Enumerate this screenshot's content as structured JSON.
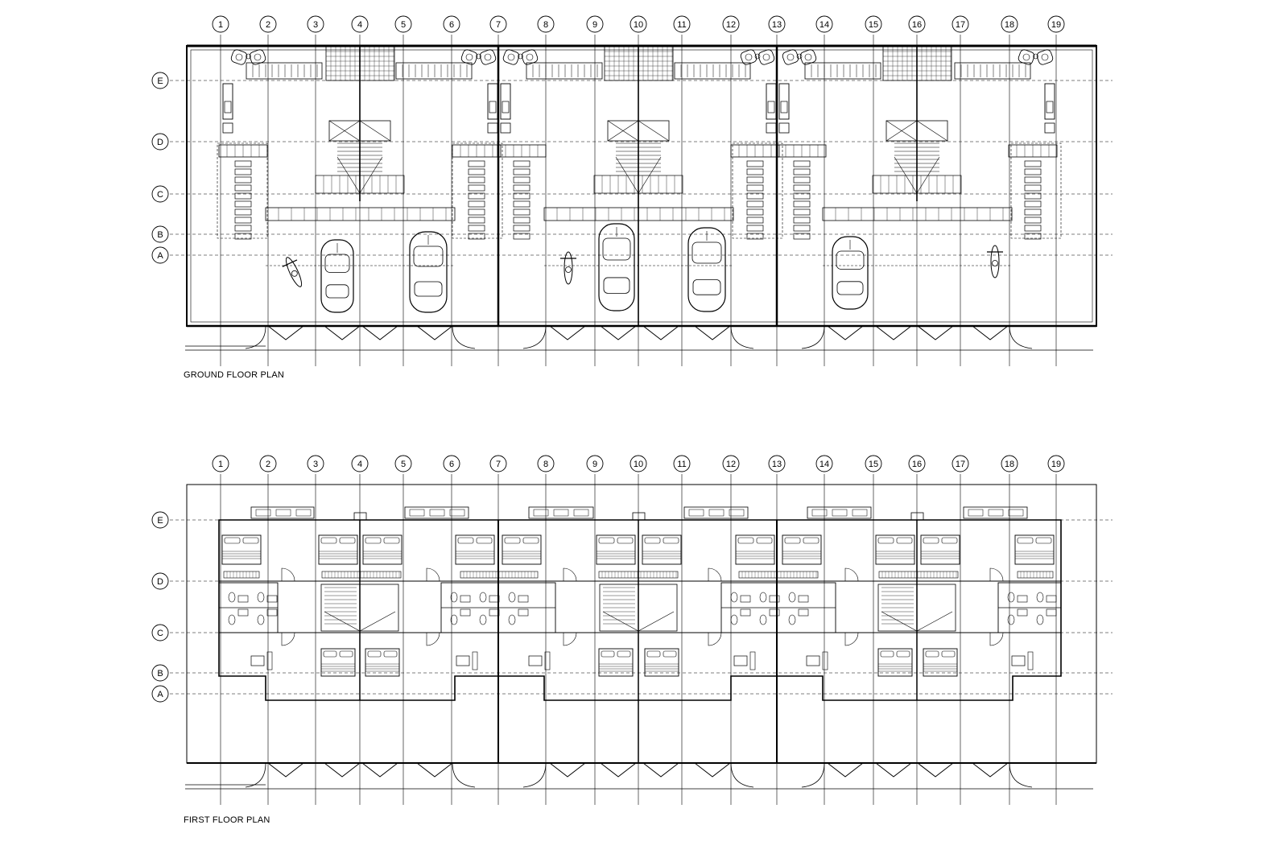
{
  "colors": {
    "line": "#000000",
    "grid": "#000000",
    "paper": "#ffffff"
  },
  "grid_columns": [
    "1",
    "2",
    "3",
    "4",
    "5",
    "6",
    "7",
    "8",
    "9",
    "10",
    "11",
    "12",
    "13",
    "14",
    "15",
    "16",
    "17",
    "18",
    "19"
  ],
  "grid_rows": [
    "E",
    "D",
    "C",
    "B",
    "A"
  ],
  "plans": [
    {
      "title": "GROUND FLOOR PLAN"
    },
    {
      "title": "FIRST FLOOR PLAN"
    }
  ],
  "symbols": {
    "ground": [
      "car",
      "motorcycle",
      "staircase",
      "armchair",
      "window-panel",
      "gate"
    ],
    "first": [
      "bed",
      "toilet",
      "staircase",
      "door-swing",
      "window-panel"
    ]
  }
}
